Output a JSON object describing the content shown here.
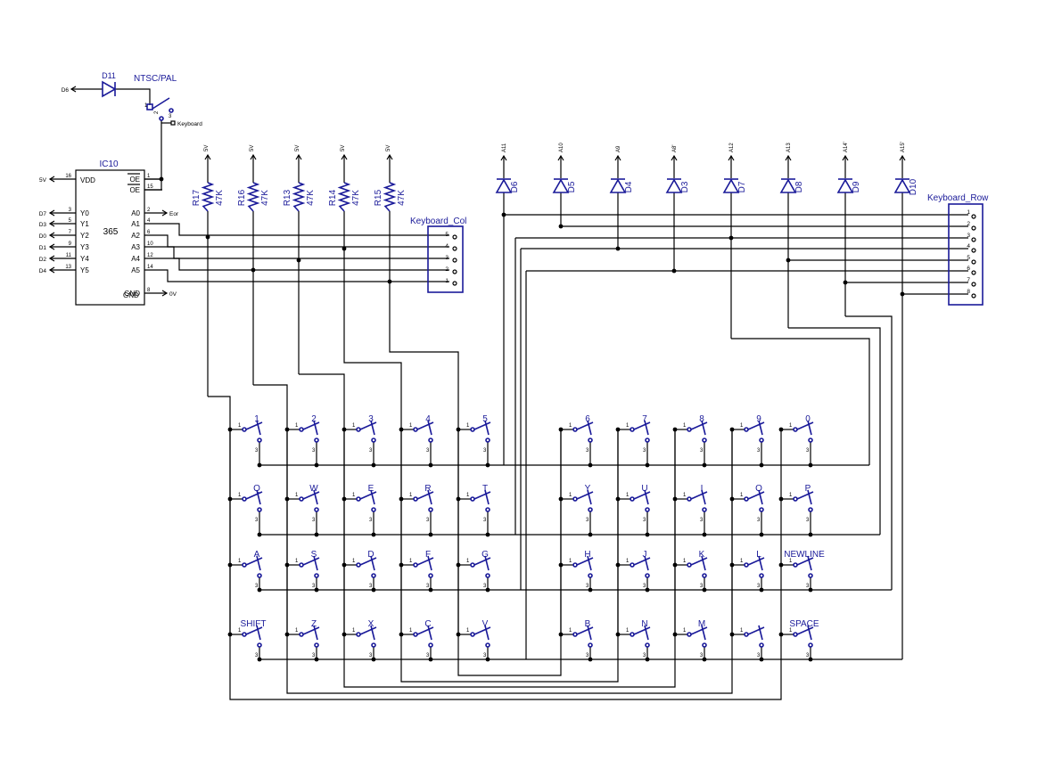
{
  "chip": {
    "ref": "IC10",
    "part": "365",
    "vdd_label": "VDD",
    "gnd_label": "GND",
    "oe1_label": "OE",
    "oe2_label": "OE",
    "left_pins": [
      {
        "net": "5V",
        "num": "16",
        "name": "VDD"
      },
      {
        "net": "D7",
        "num": "3",
        "name": "Y0"
      },
      {
        "net": "D3",
        "num": "5",
        "name": "Y1"
      },
      {
        "net": "D0",
        "num": "7",
        "name": "Y2"
      },
      {
        "net": "D1",
        "num": "9",
        "name": "Y3"
      },
      {
        "net": "D2",
        "num": "11",
        "name": "Y4"
      },
      {
        "net": "D4",
        "num": "13",
        "name": "Y5"
      }
    ],
    "right_pins": [
      {
        "num": "1",
        "name": "OE"
      },
      {
        "num": "15",
        "name": "OE"
      },
      {
        "num": "2",
        "name": "A0",
        "net": "Eor"
      },
      {
        "num": "4",
        "name": "A1"
      },
      {
        "num": "6",
        "name": "A2"
      },
      {
        "num": "10",
        "name": "A3"
      },
      {
        "num": "12",
        "name": "A4"
      },
      {
        "num": "14",
        "name": "A5"
      },
      {
        "num": "8",
        "name": "GND",
        "net": "0V"
      }
    ]
  },
  "ntsc": {
    "diode": "D11",
    "diode_net": "D6",
    "switch_label": "NTSC/PAL",
    "keyboard_net": "Keyboard",
    "pin1": "1",
    "pin2": "2",
    "pin3": "3"
  },
  "resistors": [
    {
      "ref": "R17",
      "value": "47K",
      "supply": "5V"
    },
    {
      "ref": "R16",
      "value": "47K",
      "supply": "5V"
    },
    {
      "ref": "R13",
      "value": "47K",
      "supply": "5V"
    },
    {
      "ref": "R14",
      "value": "47K",
      "supply": "5V"
    },
    {
      "ref": "R15",
      "value": "47K",
      "supply": "5V"
    }
  ],
  "diodes": [
    {
      "ref": "D6",
      "net": "A11"
    },
    {
      "ref": "D5",
      "net": "A10"
    },
    {
      "ref": "D4",
      "net": "A9"
    },
    {
      "ref": "D3",
      "net": "A8'"
    },
    {
      "ref": "D7",
      "net": "A12"
    },
    {
      "ref": "D8",
      "net": "A13"
    },
    {
      "ref": "D9",
      "net": "A14'"
    },
    {
      "ref": "D10",
      "net": "A15'"
    }
  ],
  "col_connector": {
    "label": "Keyboard_Col",
    "pins": [
      "5",
      "4",
      "3",
      "2",
      "1"
    ]
  },
  "row_connector": {
    "label": "Keyboard_Row",
    "pins": [
      "1",
      "2",
      "3",
      "4",
      "5",
      "6",
      "7",
      "8"
    ]
  },
  "switch_pins": {
    "p1": "1",
    "p3": "3"
  },
  "keys": [
    [
      "1",
      "2",
      "3",
      "4",
      "5",
      "6",
      "7",
      "8",
      "9",
      "0"
    ],
    [
      "Q",
      "W",
      "E",
      "R",
      "T",
      "Y",
      "U",
      "I",
      "O",
      "P"
    ],
    [
      "A",
      "S",
      "D",
      "F",
      "G",
      "H",
      "J",
      "K",
      "L",
      "NEWLINE"
    ],
    [
      "SHIFT",
      "Z",
      "X",
      "C",
      "V",
      "B",
      "N",
      "M",
      ".",
      "SPACE"
    ]
  ]
}
